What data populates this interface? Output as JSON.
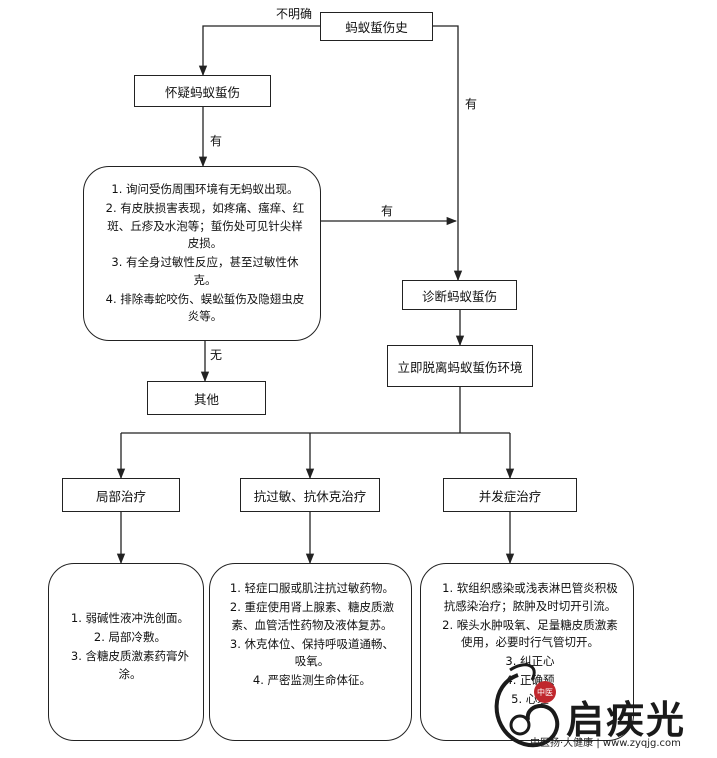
{
  "nodes": {
    "history": "蚂蚁蜇伤史",
    "suspect": "怀疑蚂蚁蜇伤",
    "criteria": [
      "1.  询问受伤周围环境有无蚂蚁出现。",
      "2.  有皮肤损害表现，如疼痛、瘙痒、红斑、丘疹及水泡等；蜇伤处可见针尖样皮损。",
      "3.  有全身过敏性反应，甚至过敏性休克。",
      "4.  排除毒蛇咬伤、蜈蚣蜇伤及隐翅虫皮炎等。"
    ],
    "other": "其他",
    "diagnose": "诊断蚂蚁蜇伤",
    "leave": "立即脱离蚂蚁蜇伤环境",
    "local_treatment": "局部治疗",
    "anti_allergy": "抗过敏、抗休克治疗",
    "complication": "并发症治疗",
    "local_items": [
      "1.  弱碱性液冲洗创面。",
      "2.  局部冷敷。",
      "3.  含糖皮质激素药膏外涂。"
    ],
    "allergy_items": [
      "1.  轻症口服或肌注抗过敏药物。",
      "2.  重症使用肾上腺素、糖皮质激素、血管活性药物及液体复苏。",
      "3.  休克体位、保持呼吸道通畅、吸氧。",
      "4.  严密监测生命体征。"
    ],
    "complication_items": [
      "1.  软组织感染或浅表淋巴管炎积极抗感染治疗；脓肿及时切开引流。",
      "2.  喉头水肿吸氧、足量糖皮质激素使用，必要时行气管切开。",
      "3.  纠正心",
      "4.  正确预",
      "5.  心理"
    ]
  },
  "edge_labels": {
    "unclear": "不明确",
    "yes_right": "有",
    "yes_down": "有",
    "yes_middle": "有",
    "no": "无"
  },
  "watermark": {
    "seal": "中医",
    "brand": "启疾光",
    "slogan": "中医扬·大健康 | www.zyqjg.com"
  }
}
